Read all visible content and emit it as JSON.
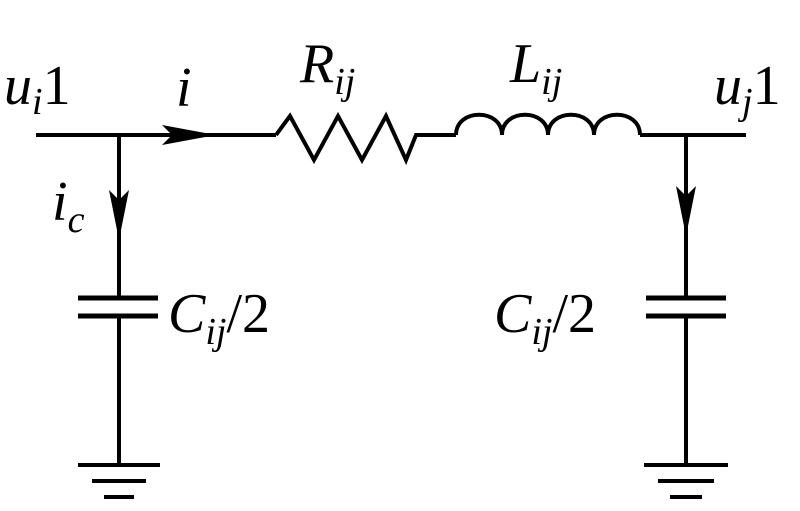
{
  "diagram": {
    "type": "circuit-schematic",
    "labels": {
      "u_i1": {
        "main": "u",
        "sub_italic": "i",
        "sub_upright": "1"
      },
      "u_j1": {
        "main": "u",
        "sub_italic": "j",
        "sub_upright": "1"
      },
      "current_i": {
        "main": "i"
      },
      "current_ic": {
        "main": "i",
        "sub": "c"
      },
      "resistor": {
        "main": "R",
        "sub": "ij"
      },
      "inductor": {
        "main": "L",
        "sub": "ij"
      },
      "cap_left": {
        "main": "C",
        "sub": "ij",
        "suffix": "/2"
      },
      "cap_right": {
        "main": "C",
        "sub": "ij",
        "suffix": "/2"
      }
    },
    "colors": {
      "stroke": "#000000",
      "background": "#ffffff"
    }
  }
}
